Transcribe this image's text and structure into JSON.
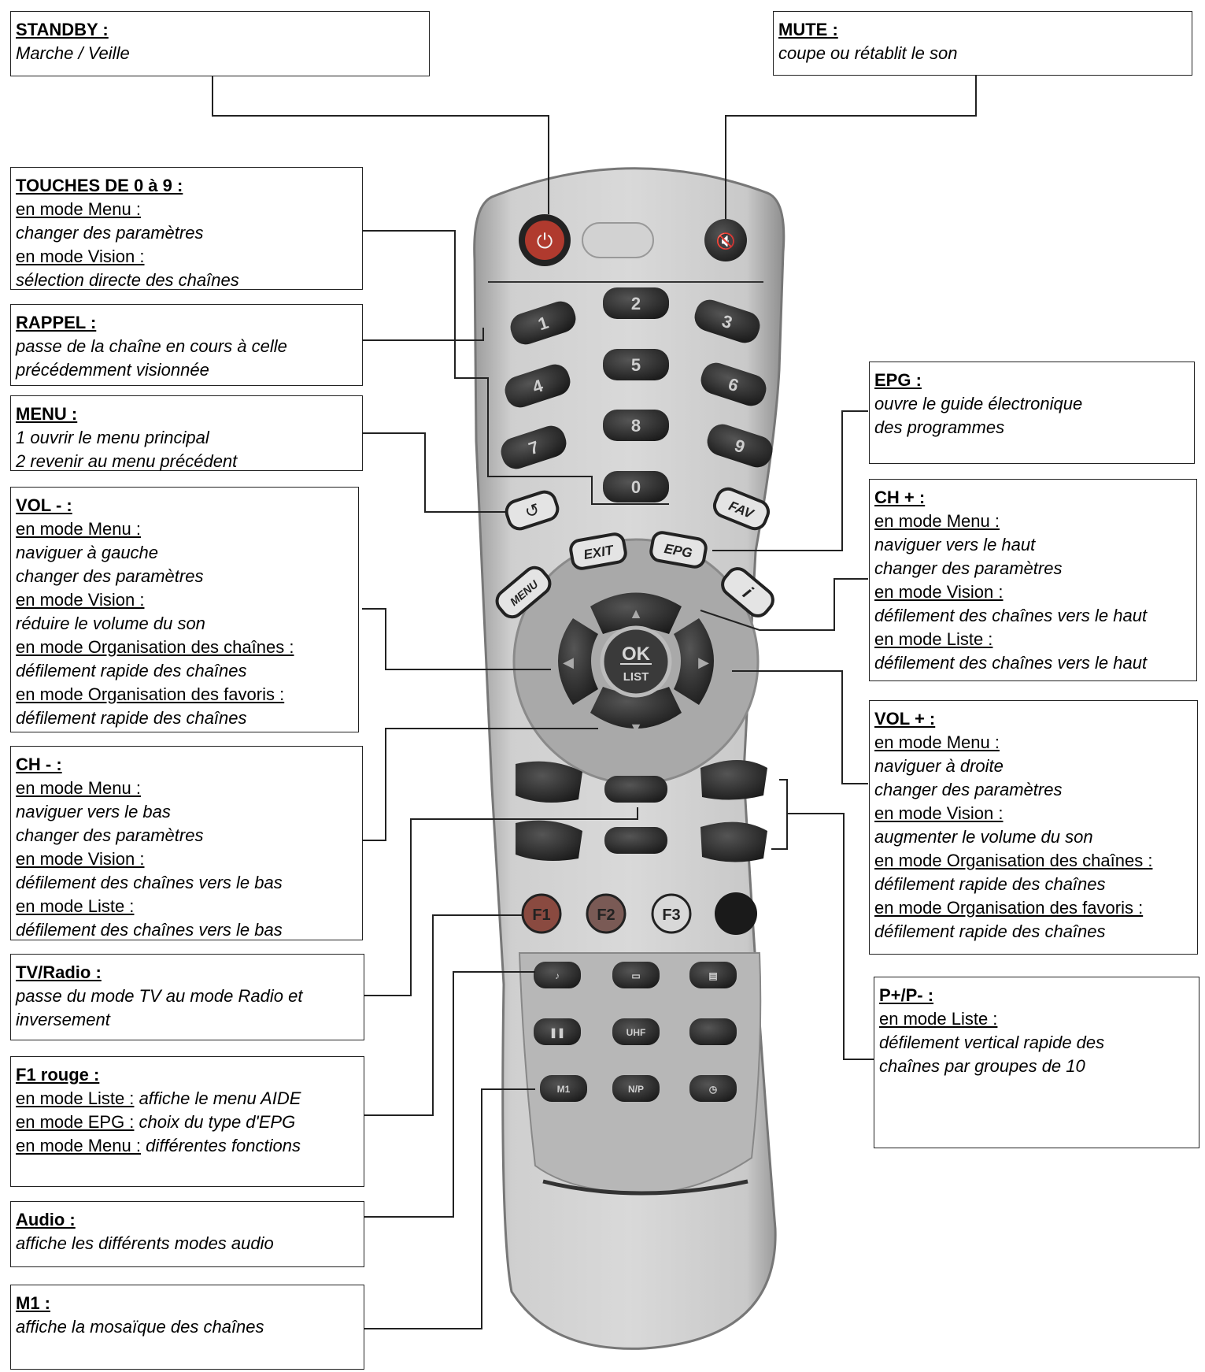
{
  "boxes": [
    {
      "id": "standby",
      "title": "STANDBY :",
      "lines": [
        {
          "text": "Marche / Veille"
        }
      ]
    },
    {
      "id": "mute",
      "title": "MUTE :",
      "lines": [
        {
          "text": "coupe ou rétablit le son"
        }
      ]
    },
    {
      "id": "digits",
      "title": "TOUCHES DE 0 à 9 :",
      "lines": [
        {
          "mode": "en mode Menu :"
        },
        {
          "text": "changer des paramètres"
        },
        {
          "mode": "en mode Vision :"
        },
        {
          "text": "sélection directe des chaînes"
        }
      ]
    },
    {
      "id": "rappel",
      "title": "RAPPEL :",
      "lines": [
        {
          "text": "passe de la chaîne en cours à celle"
        },
        {
          "text": "précédemment visionnée"
        }
      ]
    },
    {
      "id": "menu",
      "title": "MENU :",
      "lines": [
        {
          "text": "1 ouvrir le menu principal"
        },
        {
          "text": "2 revenir au menu précédent"
        }
      ]
    },
    {
      "id": "volminus",
      "title": "VOL - :",
      "lines": [
        {
          "mode": "en mode Menu :"
        },
        {
          "text": "naviguer à gauche"
        },
        {
          "text": "changer des paramètres"
        },
        {
          "mode": "en mode Vision :"
        },
        {
          "text": "réduire le volume du son"
        },
        {
          "mode": "en mode Organisation des chaînes :"
        },
        {
          "text": "défilement rapide des chaînes"
        },
        {
          "mode": "en mode Organisation des favoris :"
        },
        {
          "text": "défilement rapide des chaînes"
        }
      ]
    },
    {
      "id": "chminus",
      "title": "CH - :",
      "lines": [
        {
          "mode": "en mode Menu :"
        },
        {
          "text": "naviguer vers le bas"
        },
        {
          "text": "changer des paramètres"
        },
        {
          "mode": "en mode Vision :"
        },
        {
          "text": "défilement des chaînes vers le bas"
        },
        {
          "mode": "en mode Liste :"
        },
        {
          "text": "défilement des chaînes vers le bas"
        }
      ]
    },
    {
      "id": "tvradio",
      "title": "TV/Radio  :",
      "lines": [
        {
          "text": "passe du mode TV au mode Radio et"
        },
        {
          "text": "inversement"
        }
      ]
    },
    {
      "id": "f1",
      "title": "F1 rouge :",
      "lines": [
        {
          "mode": "en mode Liste :",
          "text": "affiche le menu AIDE"
        },
        {
          "mode": "en mode EPG :",
          "text": "choix du type d'EPG"
        },
        {
          "mode": "en mode Menu :",
          "text": "différentes fonctions"
        }
      ]
    },
    {
      "id": "audio",
      "title": "Audio :",
      "lines": [
        {
          "text": "affiche les différents modes audio"
        }
      ]
    },
    {
      "id": "m1",
      "title": "M1 :",
      "lines": [
        {
          "text": "affiche la mosaïque des chaînes"
        }
      ]
    },
    {
      "id": "epg",
      "title": "EPG :",
      "lines": [
        {
          "text": "ouvre le guide électronique"
        },
        {
          "text": "des programmes"
        }
      ]
    },
    {
      "id": "chplus",
      "title": "CH + :",
      "lines": [
        {
          "mode": "en mode Menu :"
        },
        {
          "text": "naviguer vers le haut"
        },
        {
          "text": "changer des paramètres"
        },
        {
          "mode": "en mode Vision :"
        },
        {
          "text": "défilement des chaînes vers le haut"
        },
        {
          "mode": "en mode Liste :"
        },
        {
          "text": "défilement des chaînes vers le haut"
        }
      ]
    },
    {
      "id": "volplus",
      "title": "VOL + :",
      "lines": [
        {
          "mode": "en mode Menu :"
        },
        {
          "text": "naviguer à droite"
        },
        {
          "text": "changer des paramètres"
        },
        {
          "mode": "en mode Vision :"
        },
        {
          "text": "augmenter le volume du son"
        },
        {
          "mode": "en mode Organisation des chaînes :"
        },
        {
          "text": "défilement rapide des chaînes"
        },
        {
          "mode": "en mode Organisation des favoris :"
        },
        {
          "text": "défilement rapide des chaînes"
        }
      ]
    },
    {
      "id": "pp",
      "title": "P+/P- :",
      "lines": [
        {
          "mode": "en mode Liste :"
        },
        {
          "text": "défilement vertical rapide des"
        },
        {
          "text": "chaînes par groupes de 10"
        }
      ]
    }
  ],
  "remote": {
    "digits": [
      "1",
      "2",
      "3",
      "4",
      "5",
      "6",
      "7",
      "8",
      "9",
      "0"
    ],
    "key_exit": "EXIT",
    "key_epg": "EPG",
    "key_menu": "MENU",
    "key_fav": "FAV",
    "key_info": "i",
    "key_ok": "OK",
    "key_list": "LIST",
    "key_f1": "F1",
    "key_f2": "F2",
    "key_f3": "F3",
    "key_uhf": "UHF",
    "key_np": "N/P",
    "key_m1": "M1",
    "colors": {
      "body": "#c4c4c4",
      "button": "#2a2a2a",
      "power": "#b03a2e",
      "f1": "#8a4a40",
      "f2": "#7a5a55"
    }
  }
}
